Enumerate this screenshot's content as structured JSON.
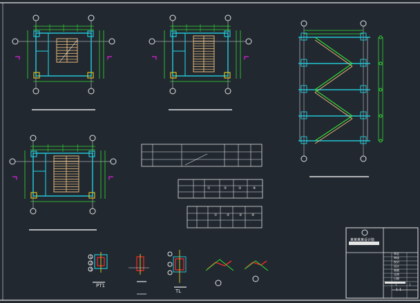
{
  "drawing": {
    "background": "#212830",
    "colors": {
      "frame": "#e6e6e6",
      "dimension": "#33dd33",
      "wall": "#22c5d4",
      "stair": "#e8b878",
      "red": "#ff2a2a",
      "magenta": "#e020e0",
      "yellow": "#d8c020"
    },
    "detail_labels": {
      "pt1": "PT1",
      "tl": "TL"
    },
    "detail_markers": [
      "1",
      "2",
      "3"
    ],
    "section_marker": "1-1",
    "title_block": {
      "designer": "某某某某设计院",
      "sheet_number": "1",
      "sheet_total": "1",
      "row_labels": [
        "审定",
        "审核",
        "校对",
        "设计",
        "制图",
        "比例",
        "日期"
      ]
    },
    "schedules": {
      "table2_headers": [
        "①",
        "②",
        "③",
        "④"
      ],
      "table3_headers": [
        "①",
        "②",
        "③",
        "④"
      ]
    }
  }
}
